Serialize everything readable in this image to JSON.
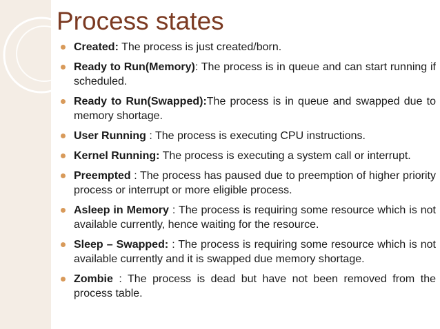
{
  "slide": {
    "title": "Process states",
    "accent_color": "#7b3a22",
    "bullet_color": "#d89a5a",
    "bullets": [
      {
        "term": "Created:",
        "text": " The process is just created/born."
      },
      {
        "term": "Ready to Run(Memory)",
        "text": ": The process is in queue and can start running if scheduled."
      },
      {
        "term": "Ready to Run(Swapped):",
        "text": "The process is in queue and swapped due to memory shortage."
      },
      {
        "term": "User Running",
        "text": " : The process is executing CPU instructions."
      },
      {
        "term": "Kernel Running:",
        "text": " The process is executing a system call or interrupt."
      },
      {
        "term": "Preempted",
        "text": " : The process has paused due to preemption of higher priority process or interrupt or more eligible process."
      },
      {
        "term": "Asleep in Memory",
        "text": " : The process is requiring some resource which is not available currently, hence waiting for the resource."
      },
      {
        "term": "Sleep – Swapped:",
        "text": " : The process is requiring some resource which is not available currently and it is swapped due memory shortage."
      },
      {
        "term": "Zombie",
        "text": " : The process is dead but have not been removed from the process table."
      }
    ]
  }
}
